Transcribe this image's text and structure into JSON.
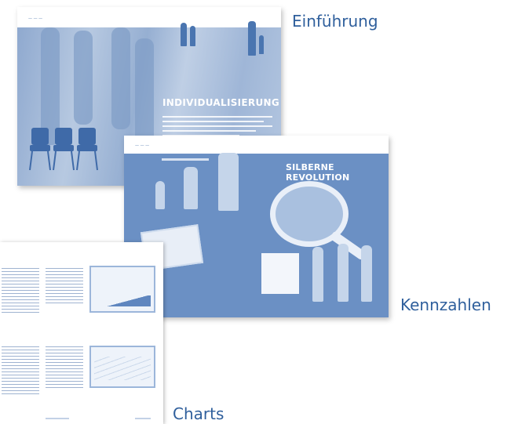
{
  "labels": {
    "intro": "Einführung",
    "key_figures": "Kennzahlen",
    "charts": "Charts"
  },
  "spread_intro": {
    "headline": "INDIVIDUALISIERUNG"
  },
  "spread_key": {
    "headline": "SILBERNE REVOLUTION"
  },
  "colors": {
    "label_text": "#2f5f9c",
    "spread_blue": "#6b90c4",
    "light_blue": "#a9bfdc"
  }
}
